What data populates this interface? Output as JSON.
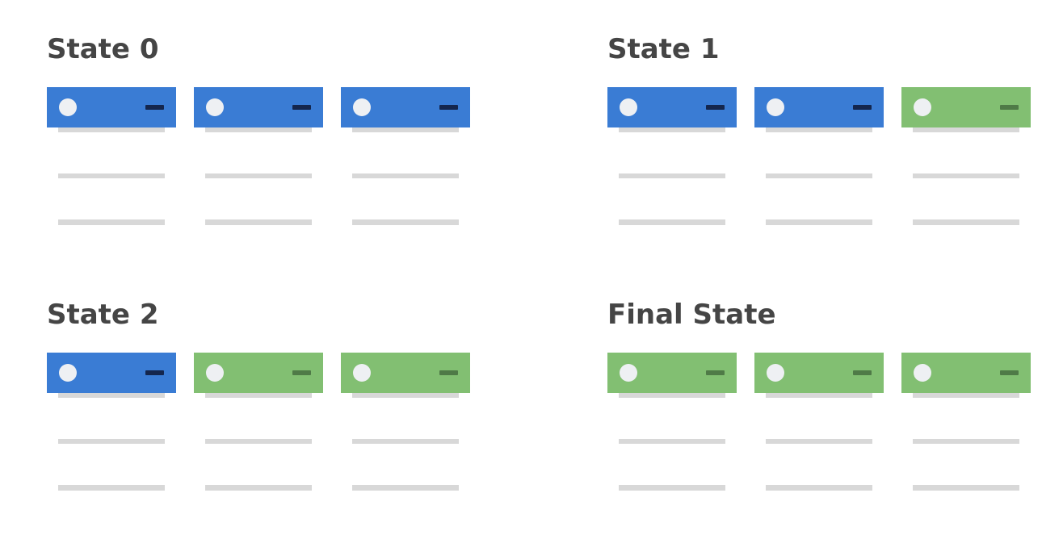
{
  "panels": [
    {
      "title": "State 0",
      "racks": [
        {
          "color": "blue",
          "color_hex": "#3a7cd4"
        },
        {
          "color": "blue",
          "color_hex": "#3a7cd4"
        },
        {
          "color": "blue",
          "color_hex": "#3a7cd4"
        }
      ]
    },
    {
      "title": "State 1",
      "racks": [
        {
          "color": "blue",
          "color_hex": "#3a7cd4"
        },
        {
          "color": "blue",
          "color_hex": "#3a7cd4"
        },
        {
          "color": "green",
          "color_hex": "#82bf72"
        }
      ]
    },
    {
      "title": "State 2",
      "racks": [
        {
          "color": "blue",
          "color_hex": "#3a7cd4"
        },
        {
          "color": "green",
          "color_hex": "#82bf72"
        },
        {
          "color": "green",
          "color_hex": "#82bf72"
        }
      ]
    },
    {
      "title": "Final State",
      "racks": [
        {
          "color": "green",
          "color_hex": "#82bf72"
        },
        {
          "color": "green",
          "color_hex": "#82bf72"
        },
        {
          "color": "green",
          "color_hex": "#82bf72"
        }
      ]
    }
  ],
  "server_units_per_rack": 3
}
